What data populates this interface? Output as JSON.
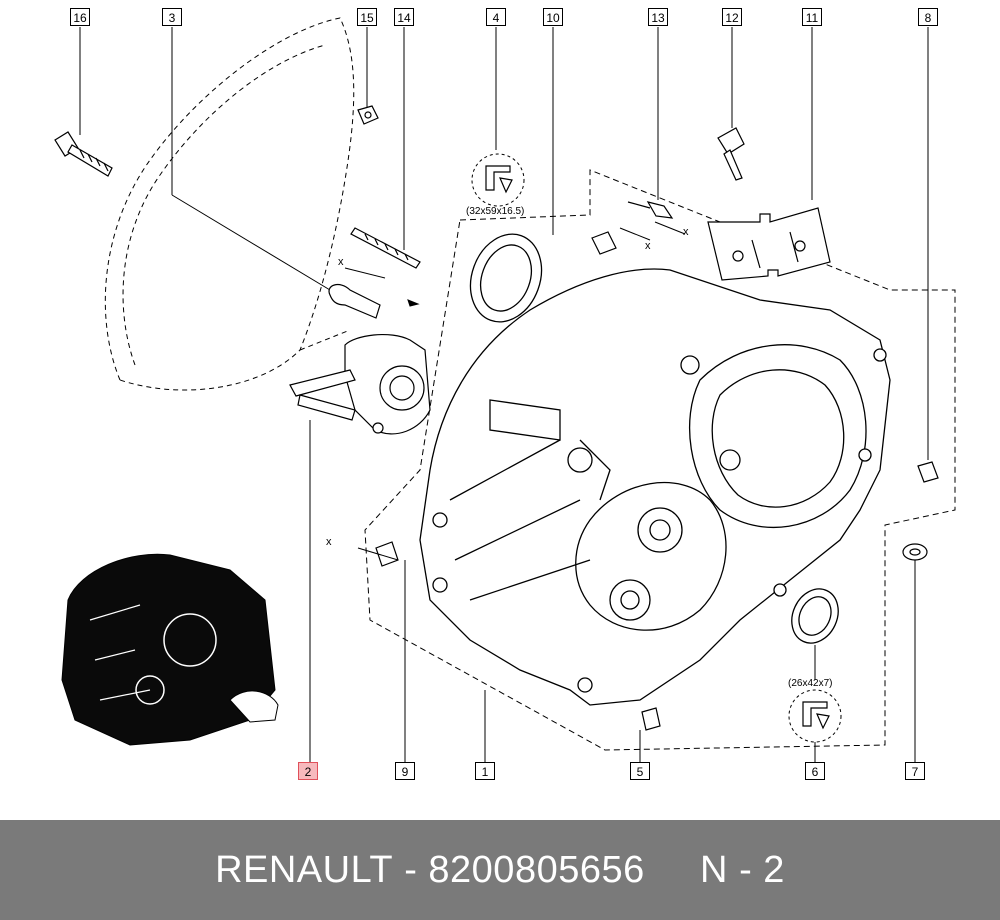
{
  "callouts": [
    {
      "id": "c16",
      "label": "16"
    },
    {
      "id": "c3",
      "label": "3"
    },
    {
      "id": "c15",
      "label": "15"
    },
    {
      "id": "c14",
      "label": "14"
    },
    {
      "id": "c4",
      "label": "4"
    },
    {
      "id": "c10",
      "label": "10"
    },
    {
      "id": "c13",
      "label": "13"
    },
    {
      "id": "c12",
      "label": "12"
    },
    {
      "id": "c11",
      "label": "11"
    },
    {
      "id": "c8",
      "label": "8"
    },
    {
      "id": "c2",
      "label": "2",
      "highlighted": true
    },
    {
      "id": "c9",
      "label": "9"
    },
    {
      "id": "c1",
      "label": "1"
    },
    {
      "id": "c5",
      "label": "5"
    },
    {
      "id": "c6",
      "label": "6"
    },
    {
      "id": "c7",
      "label": "7"
    }
  ],
  "dimensions": {
    "seal_top": "(32x59x16.5)",
    "seal_bottom": "(26x42x7)"
  },
  "axis_marker": "x",
  "footer": {
    "brand": "RENAULT",
    "separator": "-",
    "part_number": "8200805656",
    "ref_prefix": "N",
    "ref_number": "2"
  },
  "colors": {
    "highlight_fill": "#f7b9bd",
    "highlight_border": "#e0505a",
    "footer_bg": "#7a7a7a",
    "footer_text": "#ffffff"
  }
}
